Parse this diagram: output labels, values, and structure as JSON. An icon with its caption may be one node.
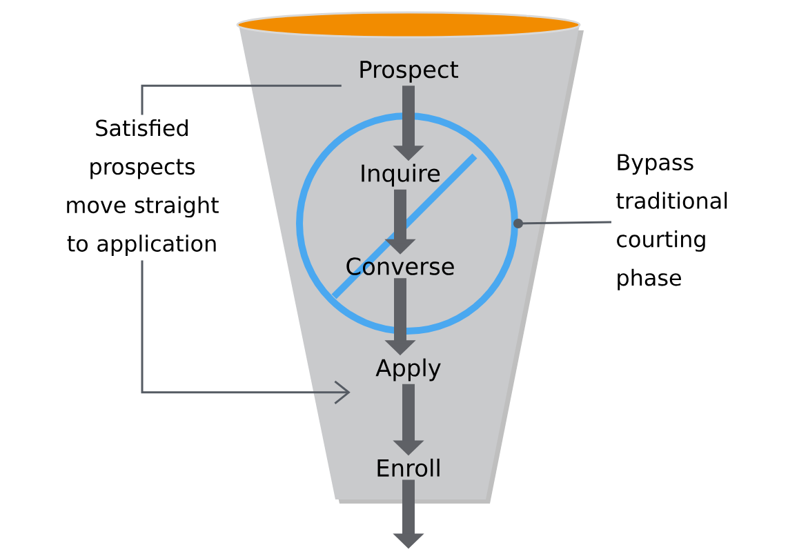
{
  "diagram": {
    "nodes": [
      {
        "text": [],
        "shape": "funnel"
      },
      {
        "text": [
          "Prospect"
        ],
        "in": 0
      },
      {
        "text": [
          "Inquire"
        ],
        "in": 8
      },
      {
        "text": [
          "Converse"
        ],
        "in": 8
      },
      {
        "text": [
          "Apply"
        ],
        "in": 0
      },
      {
        "text": [
          "Enroll"
        ],
        "in": 0
      },
      {
        "text": [
          "Satisfied prospects move straight to application"
        ]
      },
      {
        "text": [
          "Bypass traditional courting phase"
        ]
      },
      {
        "text": [],
        "shape": "circle",
        "in": 0
      }
    ],
    "edges": [
      {
        "from": 1,
        "to": 2,
        "arrow": "to"
      },
      {
        "from": 2,
        "to": 3,
        "arrow": "to"
      },
      {
        "from": 3,
        "to": 4,
        "arrow": "to"
      },
      {
        "from": 4,
        "to": 5,
        "arrow": "to"
      },
      {
        "from": 5,
        "to": null,
        "arrow": "to"
      },
      {
        "from": 1,
        "to": 6,
        "arrow": "none"
      },
      {
        "from": 6,
        "to": 4,
        "arrow": "to"
      },
      {
        "from": 7,
        "to": 8,
        "arrow": "other"
      }
    ]
  }
}
